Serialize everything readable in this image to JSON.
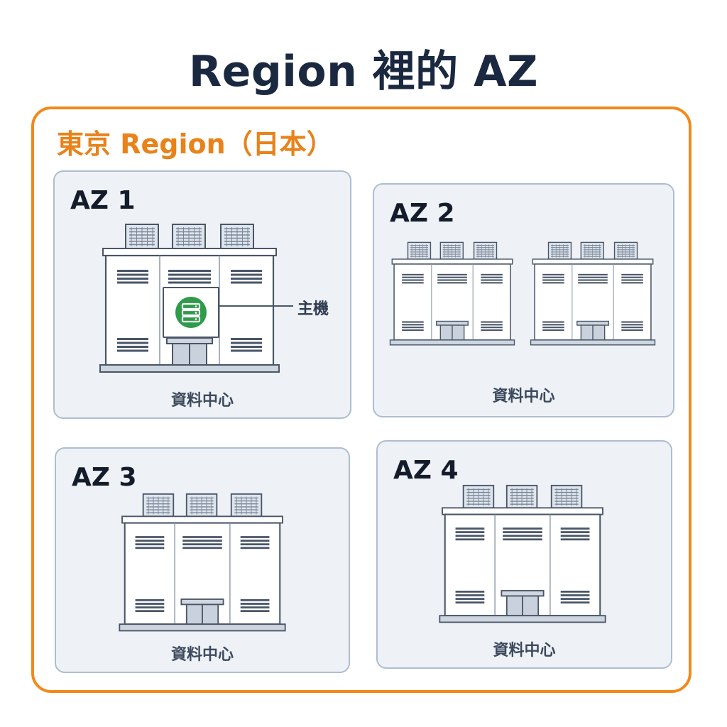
{
  "title": "Region 裡的 AZ",
  "region": {
    "label": "東京 Region（日本）"
  },
  "az_zones": [
    {
      "label": "AZ 1",
      "datacenter_label": "資料中心",
      "server_label": "主機"
    },
    {
      "label": "AZ 2",
      "datacenter_label": "資料中心"
    },
    {
      "label": "AZ 3",
      "datacenter_label": "資料中心"
    },
    {
      "label": "AZ 4",
      "datacenter_label": "資料中心"
    }
  ],
  "icons": [
    "server-icon",
    "data-center-building-icon"
  ],
  "colors": {
    "region_border": "#f08a1c",
    "region_label": "#e8821a",
    "card_background": "#eef2f7",
    "card_border": "#aebdd0",
    "server_badge": "#2e9a4a"
  }
}
